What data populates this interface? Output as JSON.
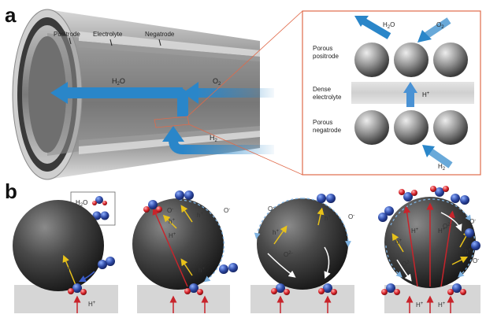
{
  "panels": {
    "a": {
      "letter": "a"
    },
    "b": {
      "letter": "b"
    }
  },
  "tube": {
    "layer_labels": [
      "Positrode",
      "Electrolyte",
      "Negatrode"
    ],
    "flows": {
      "water": {
        "base": "H",
        "sub": "2",
        "tail": "O"
      },
      "oxygen": {
        "base": "O",
        "sub": "2"
      },
      "hydrogen": {
        "base": "H",
        "sub": "2"
      }
    }
  },
  "inset": {
    "positrode_label": [
      "Porous",
      "positrode"
    ],
    "electrolyte_label": [
      "Dense",
      "electrolyte"
    ],
    "negatrode_label": [
      "Porous",
      "negatrode"
    ],
    "proton": {
      "base": "H",
      "sup": "+"
    },
    "water": {
      "base": "H",
      "sub": "2",
      "tail": "O"
    },
    "oxygen": {
      "base": "O",
      "sub": "2"
    },
    "hydrogen": {
      "base": "H",
      "sub": "2"
    }
  },
  "legend": {
    "water": {
      "base": "H",
      "sub": "2",
      "tail": "O"
    },
    "oxygen": {
      "base": "O",
      "sub": "2"
    }
  },
  "particle_labels": {
    "hole": {
      "base": "h",
      "sup": "+"
    },
    "proton": {
      "base": "H",
      "sup": "+"
    },
    "oxygen_ion": {
      "base": "O",
      "sup": "-"
    },
    "oxide_ion": {
      "base": "O",
      "sup": "2-"
    }
  },
  "colors": {
    "water_arrow": "#2a86c9",
    "hole_arrow": "#e8c21a",
    "proton_arrow": "#c8242b",
    "oxygen_atom": "#2f4aa5",
    "hydrogen_atom": "#d8232a",
    "inset_border": "#e06a4a"
  }
}
